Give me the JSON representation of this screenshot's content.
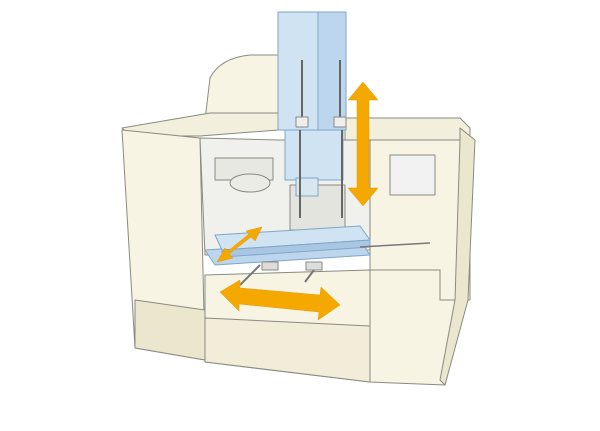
{
  "illustration": {
    "subject": "machining-center-cutaway",
    "colors": {
      "housing": "#f7f4e4",
      "housing_shade": "#ebe7cf",
      "outline": "#8a8a80",
      "glass": "#cfe3f3",
      "glass_edge": "#7fa6c8",
      "interior": "#f0f0ec",
      "table": "#bcd6ee",
      "arrow": "#f5a800",
      "screen": "#f2f2f2"
    },
    "axes": [
      {
        "name": "z-axis",
        "direction": "vertical"
      },
      {
        "name": "y-axis",
        "direction": "depth"
      },
      {
        "name": "x-axis",
        "direction": "horizontal"
      }
    ]
  }
}
